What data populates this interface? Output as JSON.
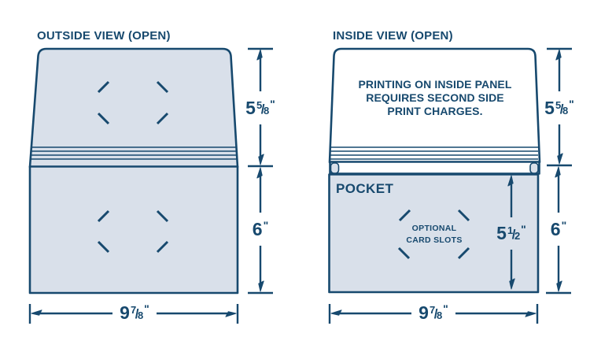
{
  "colors": {
    "line": "#17496e",
    "panel": "#d9e0ea",
    "inside_panel": "#ffffff",
    "background": "#ffffff"
  },
  "outside_view": {
    "title": "OUTSIDE VIEW (OPEN)",
    "dimensions": {
      "flap_height": {
        "whole": "5",
        "num": "5",
        "den": "8",
        "unit": "\""
      },
      "pocket_height": {
        "whole": "6",
        "unit": "\""
      },
      "width": {
        "whole": "9",
        "num": "7",
        "den": "8",
        "unit": "\""
      }
    }
  },
  "inside_view": {
    "title": "INSIDE VIEW (OPEN)",
    "panel_note": "PRINTING ON INSIDE PANEL\nREQUIRES SECOND SIDE\nPRINT CHARGES.",
    "pocket_label": "POCKET",
    "card_slots_label": "OPTIONAL\nCARD SLOTS",
    "dimensions": {
      "flap_height": {
        "whole": "5",
        "num": "5",
        "den": "8",
        "unit": "\""
      },
      "pocket_height": {
        "whole": "6",
        "unit": "\""
      },
      "pocket_depth": {
        "whole": "5",
        "num": "1",
        "den": "2",
        "unit": "\""
      },
      "width": {
        "whole": "9",
        "num": "7",
        "den": "8",
        "unit": "\""
      }
    }
  }
}
